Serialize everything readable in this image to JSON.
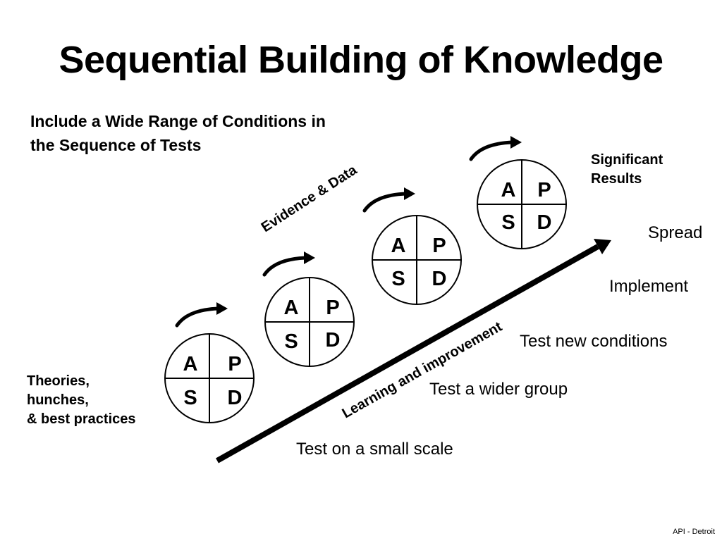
{
  "title": "Sequential Building of Knowledge",
  "subtitle": {
    "line1": "Include a Wide Range of Conditions in",
    "line2": "the Sequence of Tests"
  },
  "evidence_label": "Evidence & Data",
  "learning_label": "Learning and improvement",
  "cycle": {
    "a": "A",
    "p": "P",
    "s": "S",
    "d": "D"
  },
  "left_note": {
    "line1": "Theories,",
    "line2": "hunches,",
    "line3": "& best practices"
  },
  "significant": {
    "line1": "Significant",
    "line2": "Results"
  },
  "stages": {
    "small_scale": "Test on a small scale",
    "wider_group": "Test a wider group",
    "new_conditions": "Test new conditions",
    "implement": "Implement",
    "spread": "Spread"
  },
  "footer": "API - Detroit"
}
